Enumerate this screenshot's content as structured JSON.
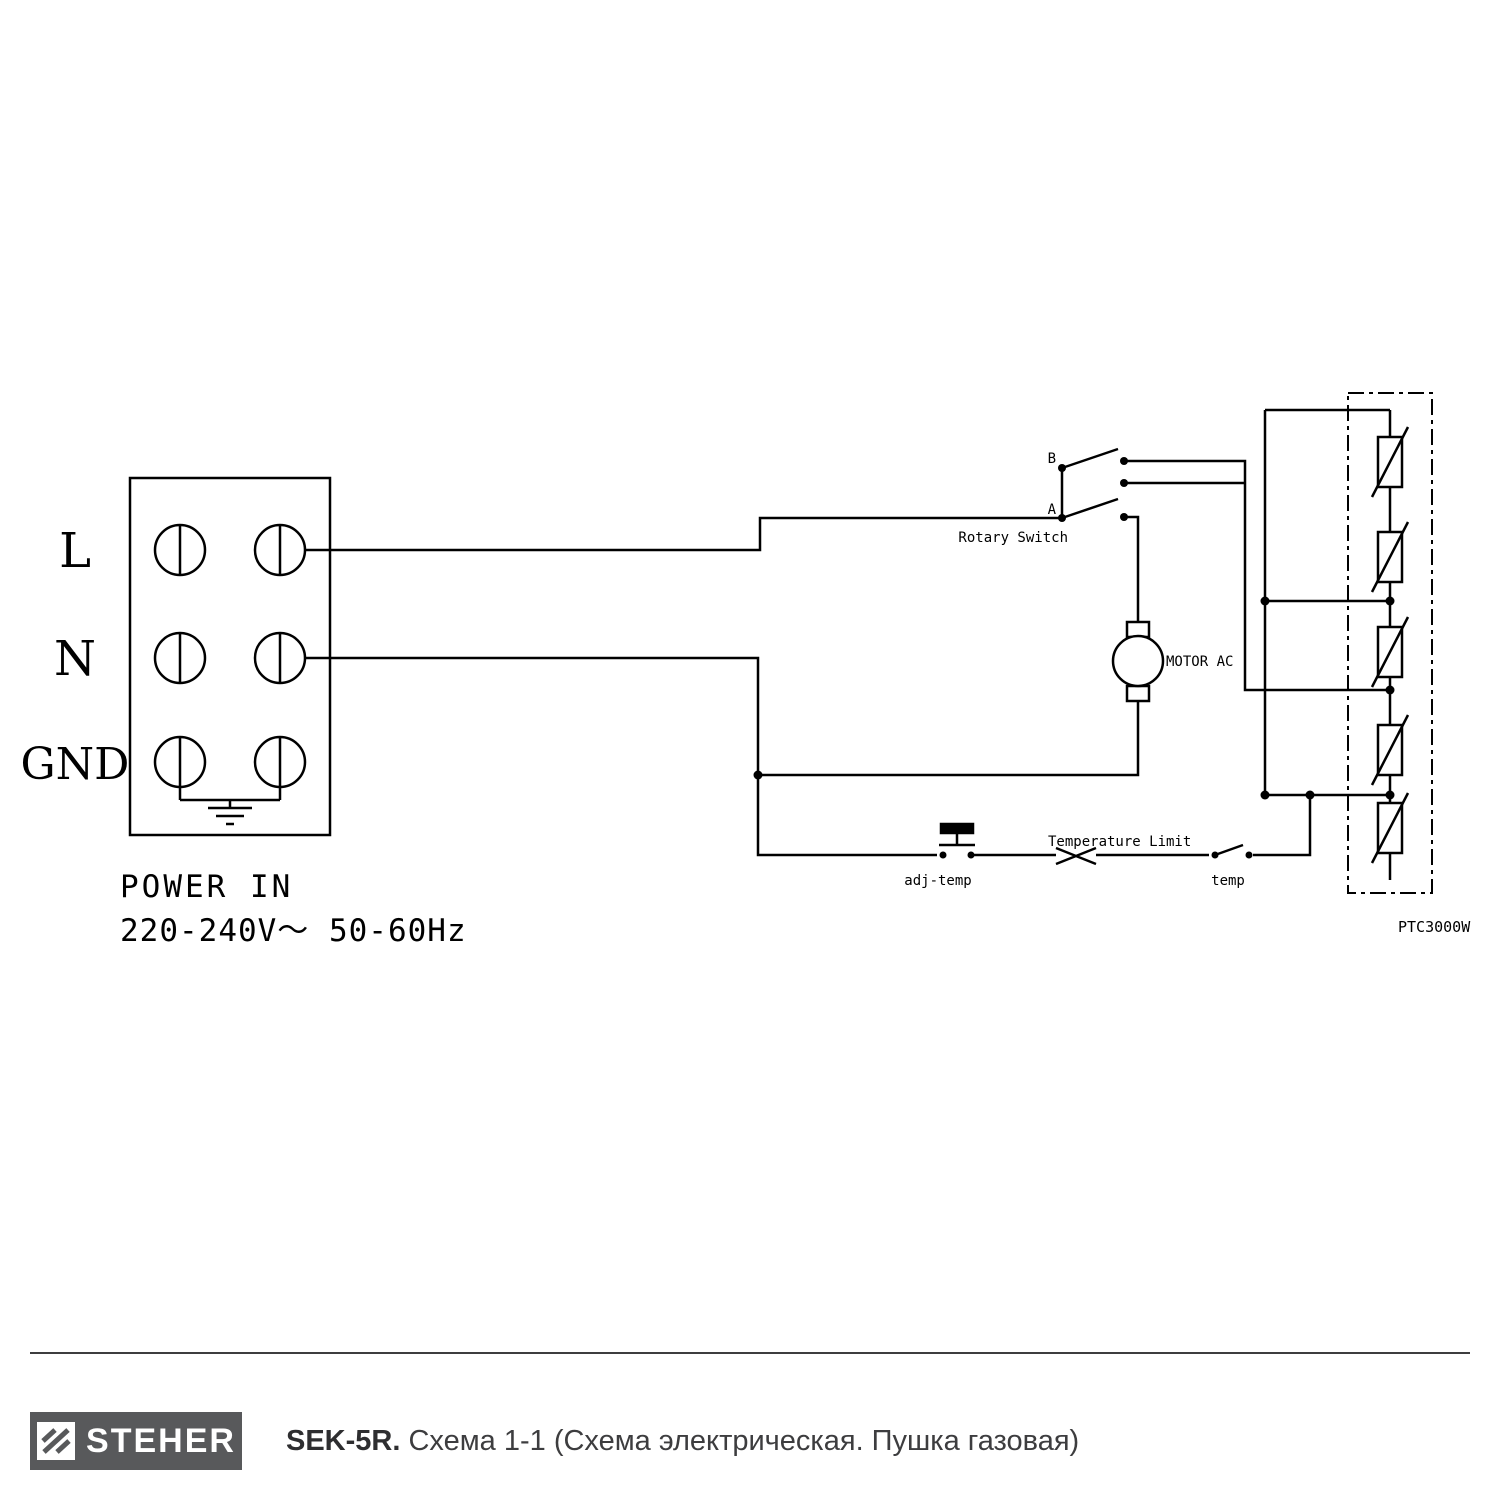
{
  "diagram": {
    "power_block": {
      "label_l": "L",
      "label_n": "N",
      "label_gnd": "GND",
      "power_in": "POWER IN",
      "rating": "220-240V～ 50-60Hz"
    },
    "labels": {
      "contact_b": "B",
      "contact_a": "A",
      "rotary_switch": "Rotary Switch",
      "motor": "MOTOR AC",
      "adj_temp": "adj-temp",
      "temperature_limit": "Temperature Limit",
      "temp": "temp",
      "ptc": "PTC3000W"
    }
  },
  "footer": {
    "brand": "STEHER",
    "model": "SEK-5R.",
    "title": " Схема 1-1 (Схема электрическая. Пушка газовая)"
  },
  "colors": {
    "line": "#000000",
    "logo_bg": "#58595b",
    "footer_text": "#3d3d3f",
    "background": "#ffffff"
  }
}
